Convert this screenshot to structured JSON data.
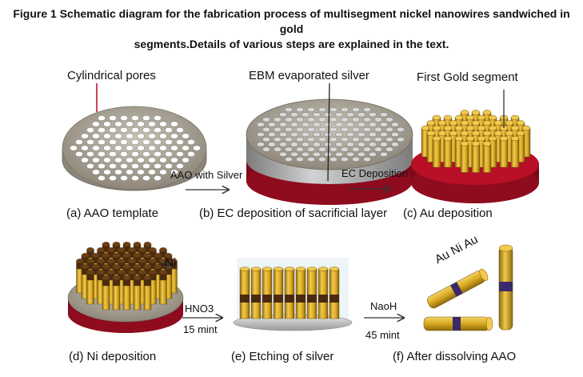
{
  "title_line1": "Figure 1 Schematic diagram for the fabrication process of multisegment nickel nanowires sandwiched in gold",
  "title_line2": "segments.Details of various steps are explained in the text.",
  "panels": {
    "a": {
      "caption": "(a) AAO template",
      "label": "Cylindrical pores"
    },
    "b": {
      "caption": "(b) EC deposition of sacrificial layer",
      "label": "EBM evaporated silver"
    },
    "c": {
      "caption": "(c) Au deposition",
      "label": "First Gold segment"
    },
    "d": {
      "caption": "(d) Ni deposition",
      "label": "Ni"
    },
    "e": {
      "caption": "(e) Etching of silver"
    },
    "f": {
      "caption": "(f) After dissolving AAO",
      "label": "Au Ni Au"
    }
  },
  "arrows": {
    "a_to_b": {
      "label": "AAO with Silver"
    },
    "b_to_c": {
      "label": "EC Deposition"
    },
    "d_to_e": {
      "label": "HNO3",
      "sublabel": "15 mint"
    },
    "e_to_f": {
      "label": "NaoH",
      "sublabel": "45 mint"
    }
  },
  "colors": {
    "gold": "#e6b422",
    "nickel": "#4a2a10",
    "silver_red": "#c8102e",
    "alumina": "#a8a298",
    "silver_grey": "#b5b5b5",
    "ni_band_f": "#3b2a6b"
  }
}
